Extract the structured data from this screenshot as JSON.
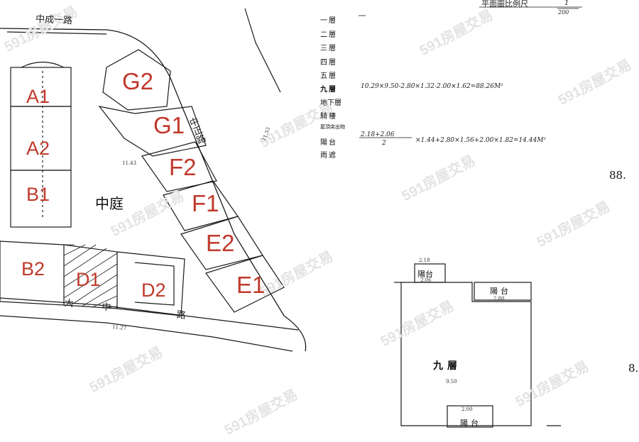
{
  "header": {
    "scale_label": "平面圖比例尺",
    "scale_value": "1",
    "scale_den": "200"
  },
  "site_plan": {
    "roads": {
      "top_road": "中成一路",
      "right_road": "中正路",
      "bottom_road": "大中一路"
    },
    "courtyard_label": "中庭",
    "units": [
      "A1",
      "A2",
      "B1",
      "B2",
      "D1",
      "D2",
      "G2",
      "G1",
      "F2",
      "F1",
      "E2",
      "E1"
    ],
    "dimension_notes": [
      "11.43",
      "11.27",
      "11.53"
    ]
  },
  "floor_table": {
    "floors": [
      "一層",
      "二層",
      "三層",
      "四層",
      "五層",
      "九層",
      "地下層",
      "騎樓",
      "屋頂突出物",
      "陽台",
      "雨遮"
    ],
    "calc_floor9": "10.29×9.50-2.80×1.32-2.00×1.62=88.26M²",
    "calc_balcony_num": "2.18+2.06",
    "calc_balcony_den": "2",
    "calc_balcony_rest": "×1.44+2.80×1.56+2.00×1.82=14.44M²"
  },
  "floor_plan": {
    "title": "九層",
    "balcony_1": "陽台",
    "balcony_2": "陽台",
    "balcony_3": "陽台",
    "width_note": "9.50",
    "depth_note": "2.80",
    "dim_a": "2.18",
    "dim_b": "2.06",
    "dim_c": "2.00"
  },
  "page_numbers": [
    "88.",
    "8."
  ],
  "watermark": "591房屋交易"
}
